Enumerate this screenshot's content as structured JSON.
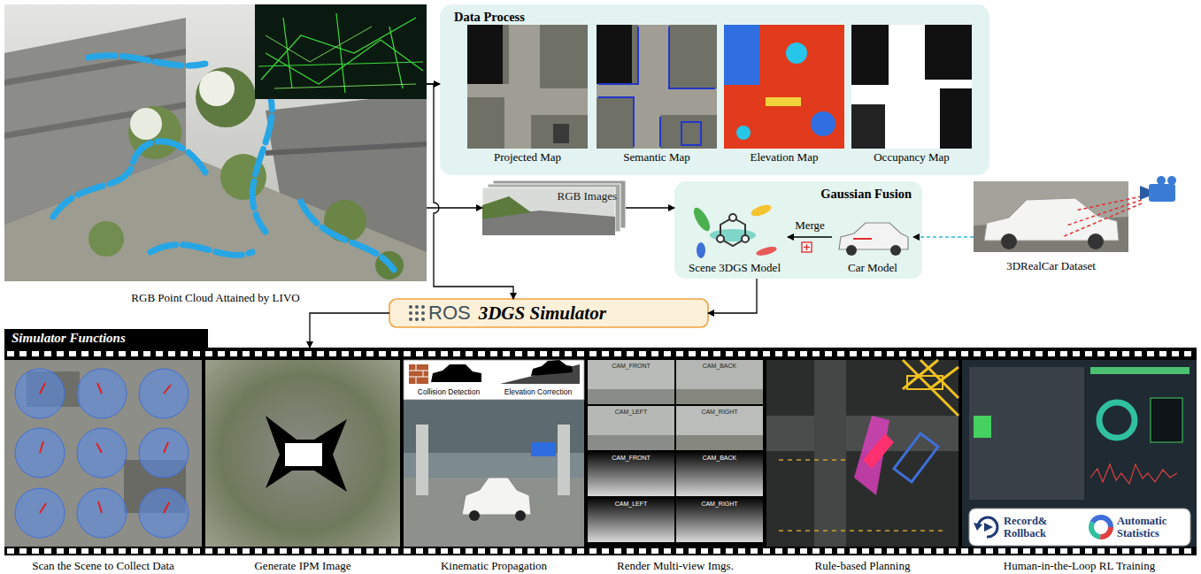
{
  "diagram": {
    "nodes": [
      {
        "text": [
          "RGB Point Cloud Attained by LIVO"
        ]
      },
      {
        "text": [
          "Data Process"
        ]
      },
      {
        "text": [
          "Projected Map"
        ],
        "in": 1
      },
      {
        "text": [
          "Semantic Map"
        ],
        "in": 1
      },
      {
        "text": [
          "Elevation Map"
        ],
        "in": 1
      },
      {
        "text": [
          "Occupancy Map"
        ],
        "in": 1
      },
      {
        "text": [
          "RGB Images"
        ]
      },
      {
        "text": [
          "Gaussian Fusion"
        ]
      },
      {
        "text": [
          "Scene 3DGS Model"
        ],
        "in": 7
      },
      {
        "text": [
          "Car Model"
        ],
        "in": 7
      },
      {
        "text": [
          "3DRealCar Dataset"
        ]
      },
      {
        "text": [
          "ROS",
          "3DGS Simulator"
        ]
      },
      {
        "text": [
          "Simulator Functions"
        ]
      },
      {
        "text": [
          "Scan the Scene to Collect Data"
        ],
        "in": 12
      },
      {
        "text": [
          "Generate IPM Image"
        ],
        "in": 12
      },
      {
        "text": [
          "Kinematic Propagation"
        ],
        "in": 12
      },
      {
        "text": [
          "Render Multi-view Imgs."
        ],
        "in": 12
      },
      {
        "text": [
          "Rule-based Planning"
        ],
        "in": 12
      },
      {
        "text": [
          "Human-in-the-Loop RL Training"
        ],
        "in": 12
      }
    ],
    "edges": [
      {
        "from": 0,
        "to": 1,
        "arrow": "to"
      },
      {
        "from": 0,
        "to": 6,
        "arrow": "to"
      },
      {
        "from": 0,
        "to": 11,
        "arrow": "to"
      },
      {
        "from": 6,
        "to": 7,
        "arrow": "to"
      },
      {
        "from": 9,
        "to": 8,
        "label": "Merge",
        "arrow": "to"
      },
      {
        "from": 10,
        "to": 9,
        "arrow": "to"
      },
      {
        "from": 7,
        "to": 11,
        "arrow": "to"
      },
      {
        "from": 11,
        "to": 12,
        "arrow": "to"
      }
    ],
    "labels": [
      "Collision Detection",
      "Elevation Correction",
      "CAM_FRONT",
      "CAM_BACK",
      "CAM_LEFT",
      "CAM_RIGHT",
      "CAM_FRONT",
      "CAM_BACK",
      "CAM_LEFT",
      "CAM_RIGHT",
      "Record& Rollback",
      "Automatic Statistics"
    ]
  }
}
